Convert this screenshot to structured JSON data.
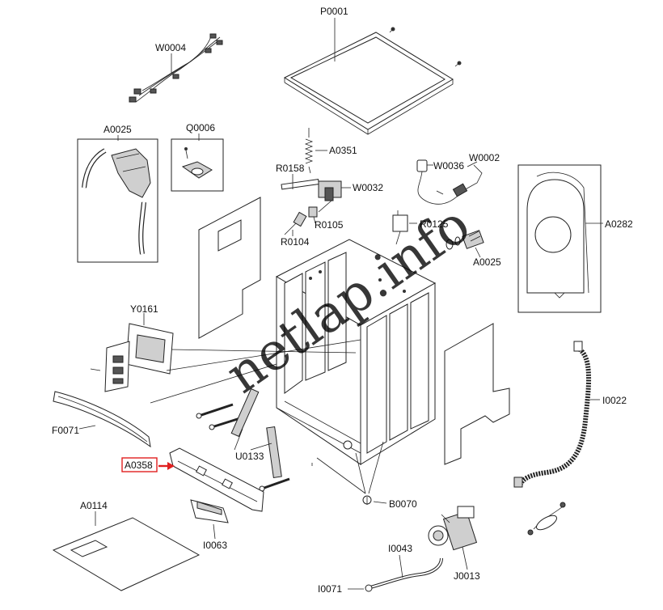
{
  "labels": {
    "p0001": "P0001",
    "w0004": "W0004",
    "a0025_left": "A0025",
    "q0006": "Q0006",
    "a0351": "A0351",
    "r0158": "R0158",
    "w0032": "W0032",
    "w0036": "W0036",
    "w0002": "W0002",
    "r0105": "R0105",
    "r0125": "R0125",
    "r0104": "R0104",
    "a0025_right": "A0025",
    "a0282": "A0282",
    "y0161": "Y0161",
    "f0071": "F0071",
    "a0358": "A0358",
    "u0133": "U0133",
    "i0022": "I0022",
    "b0070": "B0070",
    "a0114": "A0114",
    "i0063": "I0063",
    "i0043": "I0043",
    "j0013": "J0013",
    "i0071": "I0071"
  },
  "watermark": "netlap.info",
  "colors": {
    "highlight_box": "#e02020",
    "highlight_arrow": "#e02020",
    "line": "#222222"
  }
}
